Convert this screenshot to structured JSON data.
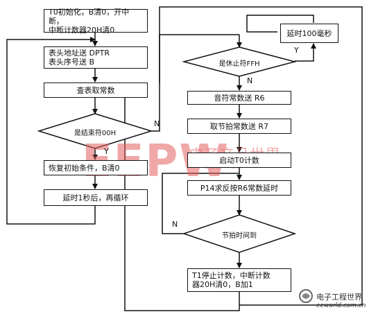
{
  "nodes": {
    "init": [
      "T0初始化，B清0，开中断，",
      "中断计数器20H清0"
    ],
    "table_ptr": [
      "表头地址送    DPTR",
      "表头序号送         B"
    ],
    "lookup": "查表取常数",
    "is_end": "是结束符00H",
    "restore": "恢复初始条件，B清0",
    "delay1s": "延时1秒后，再循环",
    "is_rest": "是休止符FFH",
    "delay100ms": "延时100毫秒",
    "note_r6": "音符常数送      R6",
    "beat_r7": "取节拍常数送      R7",
    "start_t0": "启动T0计数",
    "p14": "P14求反按R6常数延时",
    "beat_time": "节拍时间到",
    "t1_stop": [
      "T1停止计数，中断计数",
      "器20H清0，B加1"
    ]
  },
  "labels": {
    "n1": "N",
    "y1": "Y",
    "y2": "Y",
    "n2": "N",
    "n3": "N"
  },
  "watermark": {
    "main": "EEPW",
    "cn": "电子产品世界",
    "url": "com.cn"
  },
  "corner": {
    "cn": "电子工程世界",
    "url": "eeworld.com.cn"
  }
}
